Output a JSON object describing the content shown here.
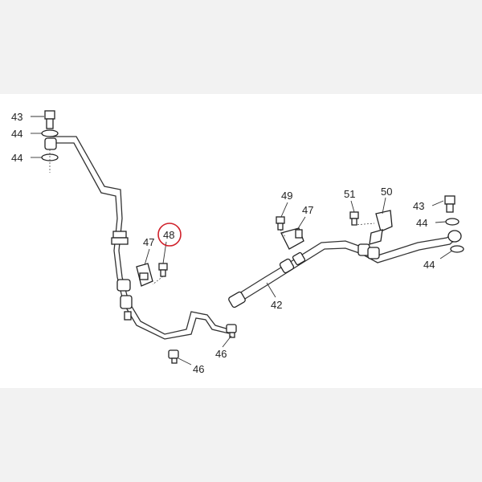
{
  "diagram": {
    "highlight_color": "#d0202a",
    "callouts": [
      {
        "id": "c43a",
        "text": "43"
      },
      {
        "id": "c44a",
        "text": "44"
      },
      {
        "id": "c44b",
        "text": "44"
      },
      {
        "id": "c47a",
        "text": "47"
      },
      {
        "id": "c48",
        "text": "48",
        "highlighted": true
      },
      {
        "id": "c49",
        "text": "49"
      },
      {
        "id": "c47b",
        "text": "47"
      },
      {
        "id": "c51",
        "text": "51"
      },
      {
        "id": "c50",
        "text": "50"
      },
      {
        "id": "c43b",
        "text": "43"
      },
      {
        "id": "c44c",
        "text": "44"
      },
      {
        "id": "c44d",
        "text": "44"
      },
      {
        "id": "c42",
        "text": "42"
      },
      {
        "id": "c46a",
        "text": "46"
      },
      {
        "id": "c46b",
        "text": "46"
      }
    ]
  }
}
